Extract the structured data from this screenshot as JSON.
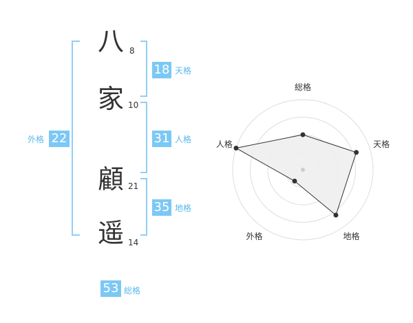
{
  "name_chars": [
    {
      "char": "八",
      "strokes": "8"
    },
    {
      "char": "家",
      "strokes": "10"
    },
    {
      "char": "顧",
      "strokes": "21"
    },
    {
      "char": "遥",
      "strokes": "14"
    }
  ],
  "fortunes": {
    "tenkaku": {
      "value": "18",
      "label": "天格"
    },
    "jinkaku": {
      "value": "31",
      "label": "人格"
    },
    "chikaku": {
      "value": "35",
      "label": "地格"
    },
    "gaikaku": {
      "value": "22",
      "label": "外格"
    },
    "soukaku": {
      "value": "53",
      "label": "総格"
    }
  },
  "chart_data": {
    "type": "radar",
    "axes": [
      "総格",
      "天格",
      "地格",
      "外格",
      "人格"
    ],
    "values": [
      0.5,
      0.8,
      0.8,
      0.2,
      1.0
    ],
    "rings": 4
  },
  "colors": {
    "accent": "#7cc8f5",
    "label": "#5bb8ee",
    "fill": "#eeeeee"
  }
}
